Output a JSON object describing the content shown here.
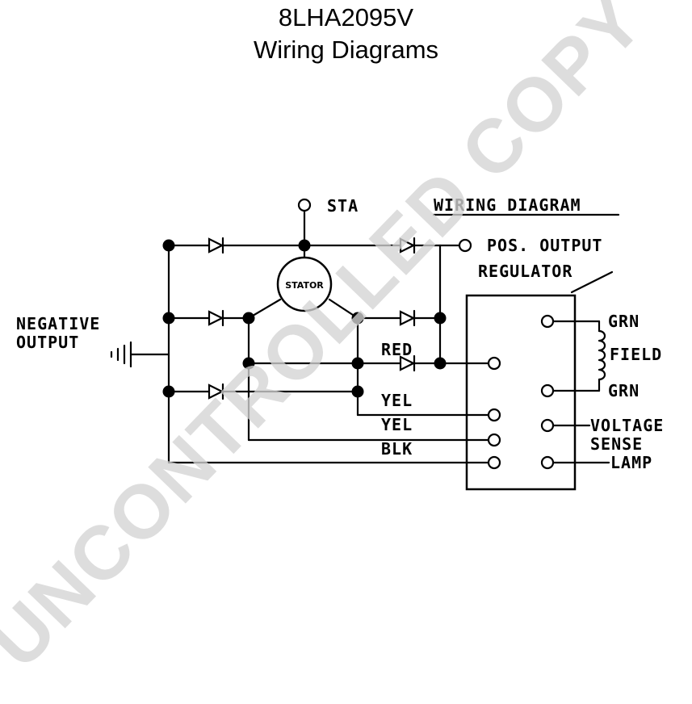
{
  "header": {
    "model": "8LHA2095V",
    "subtitle": "Wiring Diagrams"
  },
  "diagram": {
    "heading": "WIRING DIAGRAM",
    "labels": {
      "sta": "STA",
      "pos_output": "POS. OUTPUT",
      "regulator": "REGULATOR",
      "negative": "NEGATIVE",
      "output": "OUTPUT",
      "stator": "STATOR",
      "red": "RED",
      "yel1": "YEL",
      "yel2": "YEL",
      "blk": "BLK",
      "grn1": "GRN",
      "field": "FIELD",
      "grn2": "GRN",
      "voltage": "VOLTAGE",
      "sense": "SENSE",
      "lamp": "LAMP"
    }
  },
  "watermark": "UNCONTROLLED COPY",
  "colors": {
    "line": "#000000",
    "watermark": "#d4d4d4",
    "background": "#ffffff"
  }
}
